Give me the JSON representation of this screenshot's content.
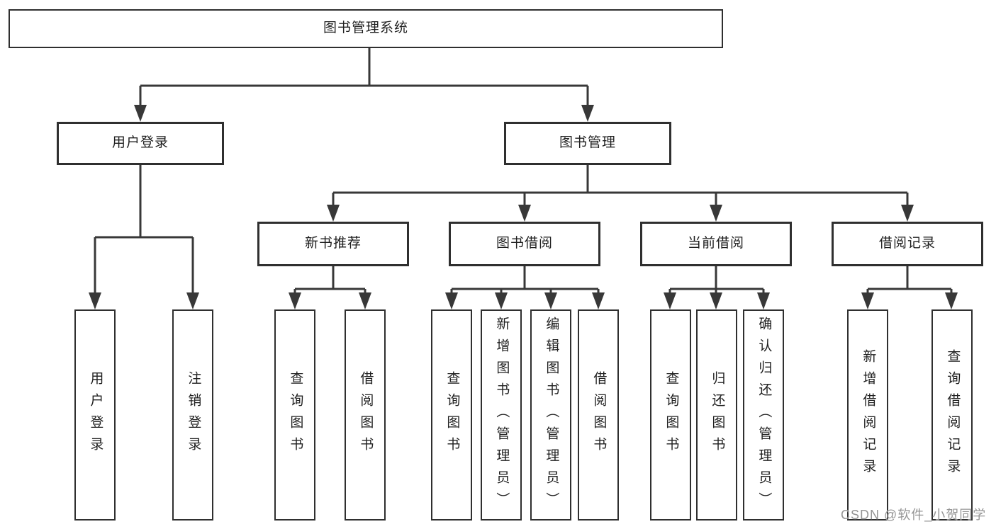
{
  "tree": {
    "label": "图书管理系统",
    "children": [
      {
        "label": "用户登录",
        "children": [
          {
            "label": "用户登录"
          },
          {
            "label": "注销登录"
          }
        ]
      },
      {
        "label": "图书管理",
        "children": [
          {
            "label": "新书推荐",
            "children": [
              {
                "label": "查询图书"
              },
              {
                "label": "借阅图书"
              }
            ]
          },
          {
            "label": "图书借阅",
            "children": [
              {
                "label": "查询图书"
              },
              {
                "label": "新增图书（管理员）"
              },
              {
                "label": "编辑图书（管理员）"
              },
              {
                "label": "借阅图书"
              }
            ]
          },
          {
            "label": "当前借阅",
            "children": [
              {
                "label": "查询图书"
              },
              {
                "label": "归还图书"
              },
              {
                "label": "确认归还（管理员）"
              }
            ]
          },
          {
            "label": "借阅记录",
            "children": [
              {
                "label": "新增借阅记录"
              },
              {
                "label": "查询借阅记录"
              }
            ]
          }
        ]
      }
    ]
  },
  "watermark": "CSDN @软件_小贺同学",
  "colors": {
    "line": "#383838",
    "box_border": "#2f2f2f",
    "text": "#1f1f1f",
    "watermark_text": "#949494",
    "background": "#ffffff"
  }
}
